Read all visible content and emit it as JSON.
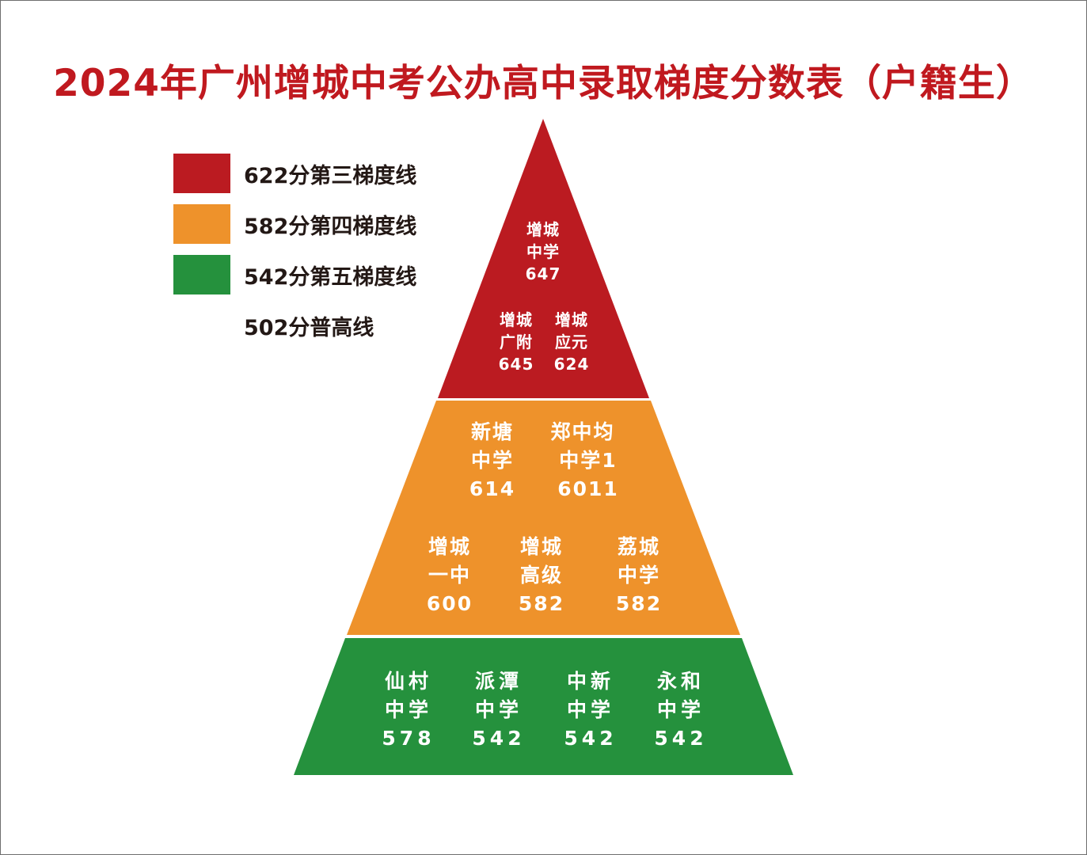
{
  "title": "2024年广州增城中考公办高中录取梯度分数表（户籍生）",
  "colors": {
    "title": "#c0191f",
    "tier3_red": "#bb1b21",
    "tier4_orange": "#ee922b",
    "tier5_green": "#25913d",
    "text_dark": "#231815",
    "text_white": "#ffffff"
  },
  "legend": [
    {
      "label": "622分第三梯度线",
      "color": "#bb1b21",
      "score": 622
    },
    {
      "label": "582分第四梯度线",
      "color": "#ee922b",
      "score": 582
    },
    {
      "label": "542分第五梯度线",
      "color": "#25913d",
      "score": 542
    },
    {
      "label": "502分普高线",
      "color": null,
      "score": 502
    }
  ],
  "pyramid": {
    "red": {
      "schools": [
        {
          "line1": "增城",
          "line2": "中学",
          "score": "647"
        },
        {
          "line1": "增城",
          "line2": "广附",
          "score": "645"
        },
        {
          "line1": "增城",
          "line2": "应元",
          "score": "624"
        }
      ]
    },
    "orange": {
      "schools": [
        {
          "line1": "新塘",
          "line2": "中学",
          "score": "614"
        },
        {
          "line1": "郑中均",
          "line2": "中学1",
          "score": "6011"
        },
        {
          "line1": "增城",
          "line2": "一中",
          "score": "600"
        },
        {
          "line1": "增城",
          "line2": "高级",
          "score": "582"
        },
        {
          "line1": "荔城",
          "line2": "中学",
          "score": "582"
        }
      ]
    },
    "green": {
      "schools": [
        {
          "line1": "仙村",
          "line2": "中学",
          "score": "578"
        },
        {
          "line1": "派潭",
          "line2": "中学",
          "score": "542"
        },
        {
          "line1": "中新",
          "line2": "中学",
          "score": "542"
        },
        {
          "line1": "永和",
          "line2": "中学",
          "score": "542"
        }
      ]
    }
  }
}
